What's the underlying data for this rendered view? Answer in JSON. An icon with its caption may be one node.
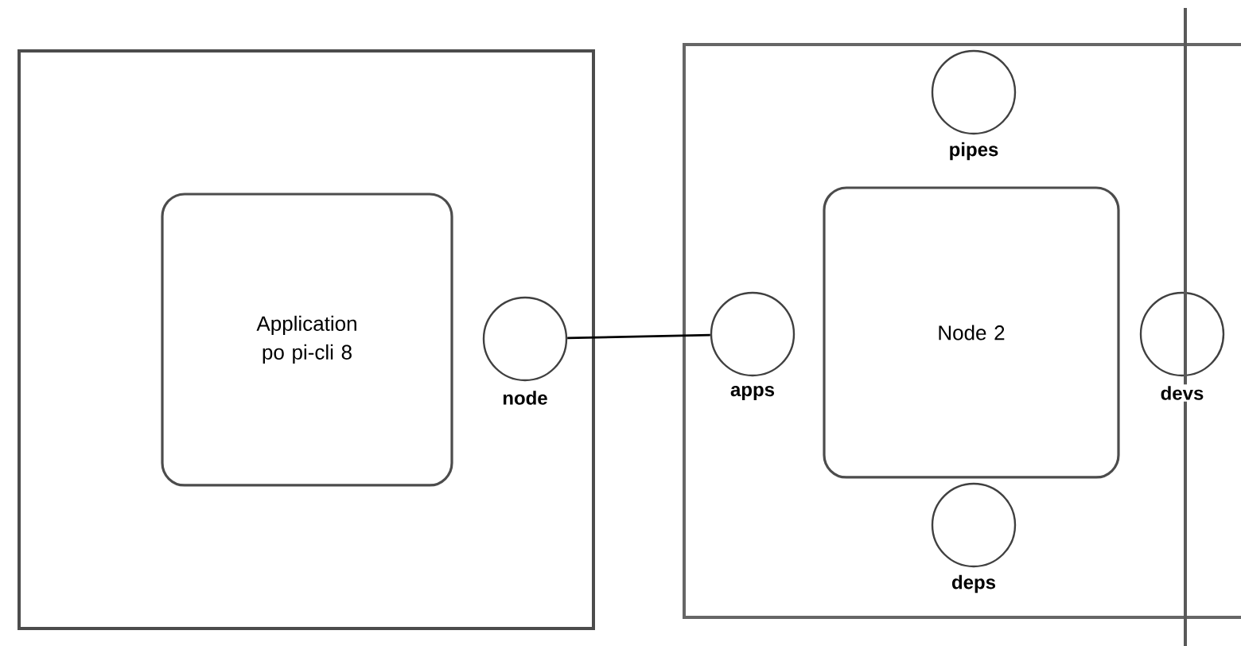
{
  "diagram": {
    "nodes": [
      {
        "text": [],
        "shape": "box"
      },
      {
        "text": [
          "Application po pi-cli 8"
        ],
        "in": 0
      },
      {
        "text": [],
        "shape": "circle",
        "beside": [
          "node"
        ],
        "in": 0
      },
      {
        "text": [],
        "shape": "box"
      },
      {
        "text": [],
        "shape": "circle",
        "beside": [
          "pipes"
        ],
        "in": 3
      },
      {
        "text": [],
        "shape": "circle",
        "beside": [
          "apps"
        ],
        "in": 3
      },
      {
        "text": [
          "Node 2"
        ],
        "in": 3
      },
      {
        "text": [],
        "shape": "circle",
        "beside": [
          "devs"
        ],
        "in": 3
      },
      {
        "text": [],
        "shape": "circle",
        "beside": [
          "deps"
        ],
        "in": 3
      }
    ],
    "edges": [
      {
        "from": 2,
        "to": 5,
        "arrow": "none"
      }
    ]
  }
}
